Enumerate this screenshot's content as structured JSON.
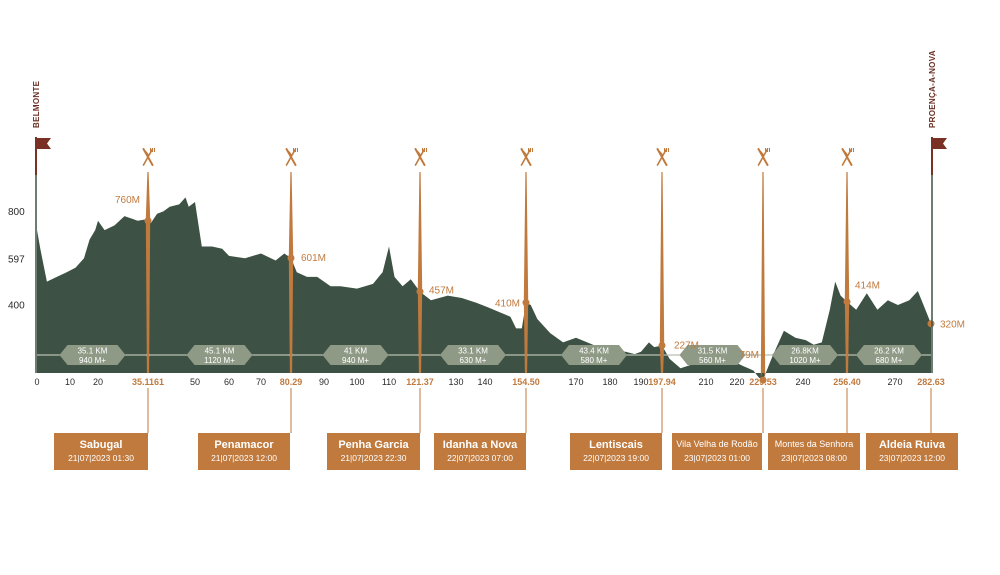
{
  "chart_data": {
    "type": "area",
    "title": "",
    "xlabel": "",
    "ylabel": "",
    "start_label": "BELMONTE",
    "end_label": "PROENÇA-A-NOVA",
    "x_axis": {
      "plain_ticks": [
        "0",
        "10",
        "20",
        "50",
        "60",
        "70",
        "90",
        "100",
        "110",
        "130",
        "140",
        "170",
        "180",
        "190",
        "210",
        "220",
        "240",
        "270"
      ],
      "checkpoint_ticks": [
        "35.1161",
        "80.29",
        "121.37",
        "154.50",
        "197.94",
        "229.53",
        "256.40",
        "282.63"
      ]
    },
    "y_axis": {
      "ticks": [
        {
          "value": 800,
          "label": "800"
        },
        {
          "value": 597,
          "label": "597"
        },
        {
          "value": 400,
          "label": "400"
        }
      ]
    },
    "profile": {
      "x_km": [
        0,
        1,
        3,
        6,
        9,
        12,
        15,
        17,
        19,
        20,
        22,
        25,
        28,
        30,
        32,
        34,
        35,
        36,
        38,
        40,
        42,
        45,
        47,
        48,
        50,
        52,
        55,
        58,
        60,
        65,
        70,
        75,
        78,
        80.29,
        82,
        85,
        88,
        92,
        95,
        100,
        105,
        108,
        110,
        112,
        115,
        118,
        121.37,
        124,
        128,
        132,
        137,
        141,
        145,
        149,
        151,
        153,
        154.5,
        156,
        158,
        162,
        166,
        170,
        175,
        178,
        180,
        185,
        188,
        190,
        193,
        195,
        197.94,
        200,
        203,
        207,
        212,
        217,
        222,
        226,
        228,
        229.53,
        230,
        232,
        235,
        238,
        241,
        244,
        247,
        250,
        252,
        254,
        256.4,
        259,
        262,
        265,
        268,
        271,
        275,
        278,
        280,
        282.63
      ],
      "elev_m": [
        720,
        640,
        500,
        520,
        540,
        560,
        600,
        680,
        720,
        760,
        720,
        740,
        780,
        770,
        760,
        765,
        760,
        750,
        790,
        800,
        820,
        830,
        860,
        820,
        840,
        650,
        650,
        640,
        610,
        600,
        620,
        590,
        620,
        601,
        540,
        520,
        520,
        480,
        480,
        470,
        490,
        540,
        650,
        520,
        480,
        510,
        457,
        420,
        440,
        430,
        410,
        390,
        370,
        350,
        300,
        300,
        410,
        400,
        340,
        280,
        240,
        260,
        230,
        210,
        210,
        200,
        190,
        200,
        240,
        220,
        227,
        170,
        130,
        150,
        160,
        170,
        140,
        120,
        90,
        79,
        100,
        180,
        290,
        260,
        250,
        230,
        240,
        380,
        500,
        440,
        414,
        380,
        450,
        380,
        420,
        400,
        420,
        460,
        400,
        320
      ]
    },
    "peak_labels": [
      {
        "km": 35.1161,
        "elev": 760,
        "label": "760M"
      },
      {
        "km": 80.29,
        "elev": 601,
        "label": "601M"
      },
      {
        "km": 121.37,
        "elev": 457,
        "label": "457M"
      },
      {
        "km": 154.5,
        "elev": 410,
        "label": "410M"
      },
      {
        "km": 197.94,
        "elev": 227,
        "label": "227M"
      },
      {
        "km": 229.53,
        "elev": 79,
        "label": "79M"
      },
      {
        "km": 256.4,
        "elev": 414,
        "label": "414M"
      },
      {
        "km": 282.63,
        "elev": 320,
        "label": "320M"
      }
    ],
    "segments": [
      {
        "dist": "35.1 KM",
        "gain": "940 M+"
      },
      {
        "dist": "45.1 KM",
        "gain": "1120 M+"
      },
      {
        "dist": "41 KM",
        "gain": "940 M+"
      },
      {
        "dist": "33.1 KM",
        "gain": "630 M+"
      },
      {
        "dist": "43.4 KM",
        "gain": "580 M+"
      },
      {
        "dist": "31.5 KM",
        "gain": "560 M+"
      },
      {
        "dist": "26.8KM",
        "gain": "1020 M+"
      },
      {
        "dist": "26.2 KM",
        "gain": "680 M+"
      }
    ],
    "stops": [
      {
        "name": "Sabugal",
        "time": "21|07|2023  01:30"
      },
      {
        "name": "Penamacor",
        "time": "21|07|2023  12:00"
      },
      {
        "name": "Penha Garcia",
        "time": "21|07|2023  22:30"
      },
      {
        "name": "Idanha a Nova",
        "time": "22|07|2023  07:00"
      },
      {
        "name": "Lentiscais",
        "time": "22|07|2023  19:00"
      },
      {
        "name": "Vila Velha de Rodão",
        "time": "23|07|2023  01:00"
      },
      {
        "name": "Montes da Senhora",
        "time": "23|07|2023  08:00"
      },
      {
        "name": "Aldeia Ruiva",
        "time": "23|07|2023  12:00"
      }
    ],
    "colors": {
      "profile_fill": "#3d5244",
      "accent": "#c07a3e",
      "flag": "#7a3024",
      "segment_badge": "#8f9a86",
      "baseline": "#b9bfb1"
    }
  }
}
